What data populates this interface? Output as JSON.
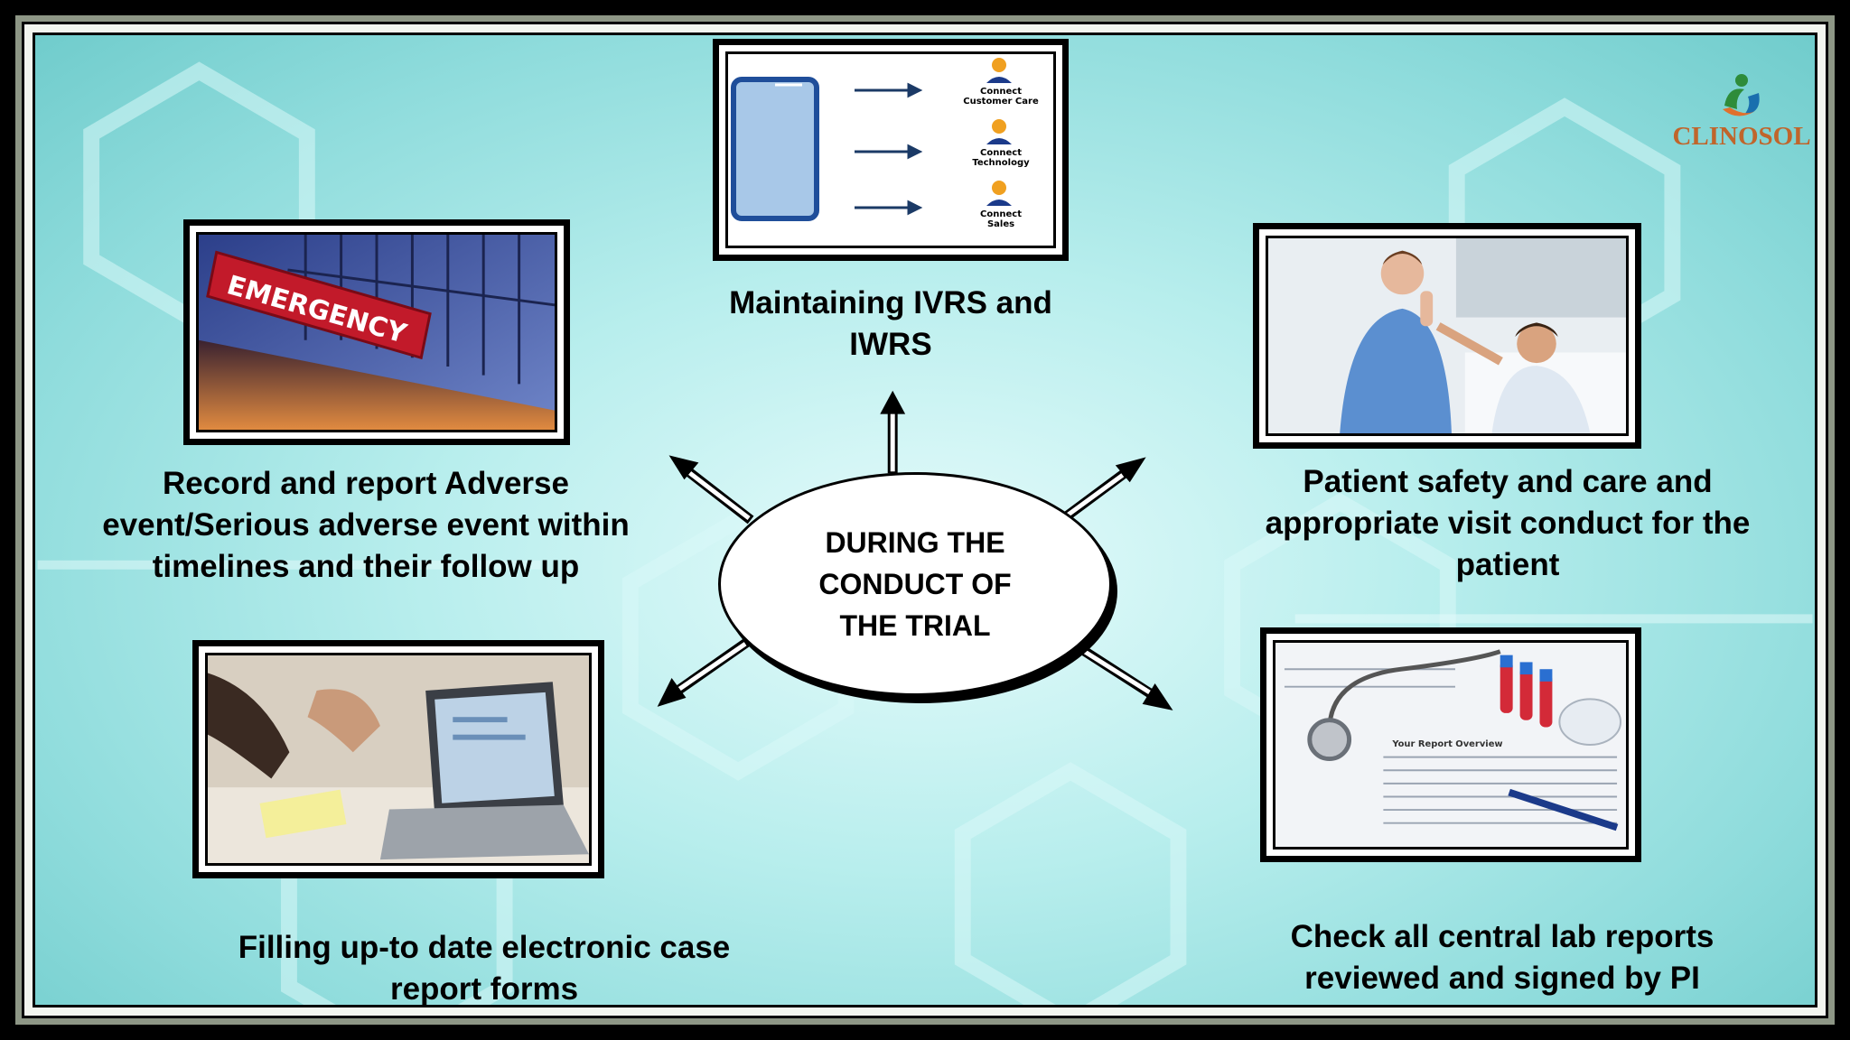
{
  "center": {
    "text": "DURING THE CONDUCT OF THE TRIAL"
  },
  "nodes": {
    "ivrs": {
      "label": "Maintaining IVRS and IWRS"
    },
    "adverse": {
      "label": "Record and report Adverse event/Serious adverse event within timelines and their follow up"
    },
    "patient": {
      "label": "Patient safety and care and appropriate visit conduct for the patient"
    },
    "ecrf": {
      "label": "Filling up-to date electronic case report forms"
    },
    "lab": {
      "label": "Check all central lab reports reviewed and signed by PI"
    }
  },
  "ivrs_image": {
    "connect_1_line1": "Connect",
    "connect_1_line2": "Customer Care",
    "connect_2_line1": "Connect",
    "connect_2_line2": "Technology",
    "connect_3_line1": "Connect",
    "connect_3_line2": "Sales"
  },
  "emergency_sign": "EMERGENCY",
  "lab_report_heading": "Your Report Overview",
  "logo": {
    "text": "CLINOSOL"
  },
  "colors": {
    "label_text": "#000000",
    "logo_text": "#c0652b",
    "background": "#8fdcdc",
    "center_fill": "#ffffff"
  }
}
